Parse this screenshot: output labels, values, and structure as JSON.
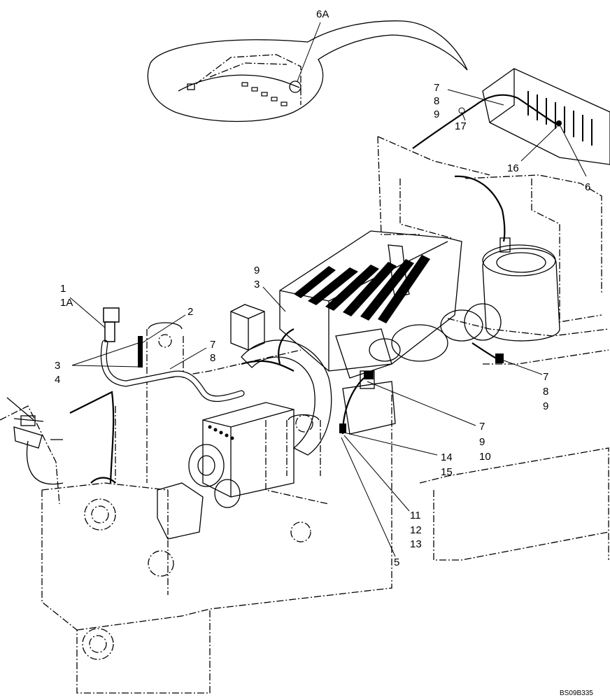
{
  "diagram": {
    "callouts": [
      {
        "id": "c-6a",
        "text": "6A"
      },
      {
        "id": "c-7-top",
        "text": "7"
      },
      {
        "id": "c-8-top",
        "text": "8"
      },
      {
        "id": "c-9-top",
        "text": "9"
      },
      {
        "id": "c-17",
        "text": "17"
      },
      {
        "id": "c-16",
        "text": "16"
      },
      {
        "id": "c-6",
        "text": "6"
      },
      {
        "id": "c-9-mid",
        "text": "9"
      },
      {
        "id": "c-3-mid",
        "text": "3"
      },
      {
        "id": "c-1",
        "text": "1"
      },
      {
        "id": "c-1a",
        "text": "1A"
      },
      {
        "id": "c-2",
        "text": "2"
      },
      {
        "id": "c-3-left",
        "text": "3"
      },
      {
        "id": "c-4",
        "text": "4"
      },
      {
        "id": "c-7-left",
        "text": "7"
      },
      {
        "id": "c-8-left",
        "text": "8"
      },
      {
        "id": "c-7-right",
        "text": "7"
      },
      {
        "id": "c-8-right",
        "text": "8"
      },
      {
        "id": "c-9-right",
        "text": "9"
      },
      {
        "id": "c-7-low",
        "text": "7"
      },
      {
        "id": "c-9-low",
        "text": "9"
      },
      {
        "id": "c-10",
        "text": "10"
      },
      {
        "id": "c-14",
        "text": "14"
      },
      {
        "id": "c-15",
        "text": "15"
      },
      {
        "id": "c-11",
        "text": "11"
      },
      {
        "id": "c-12",
        "text": "12"
      },
      {
        "id": "c-13",
        "text": "13"
      },
      {
        "id": "c-5",
        "text": "5"
      }
    ],
    "drawing_code": "BS09B335"
  }
}
